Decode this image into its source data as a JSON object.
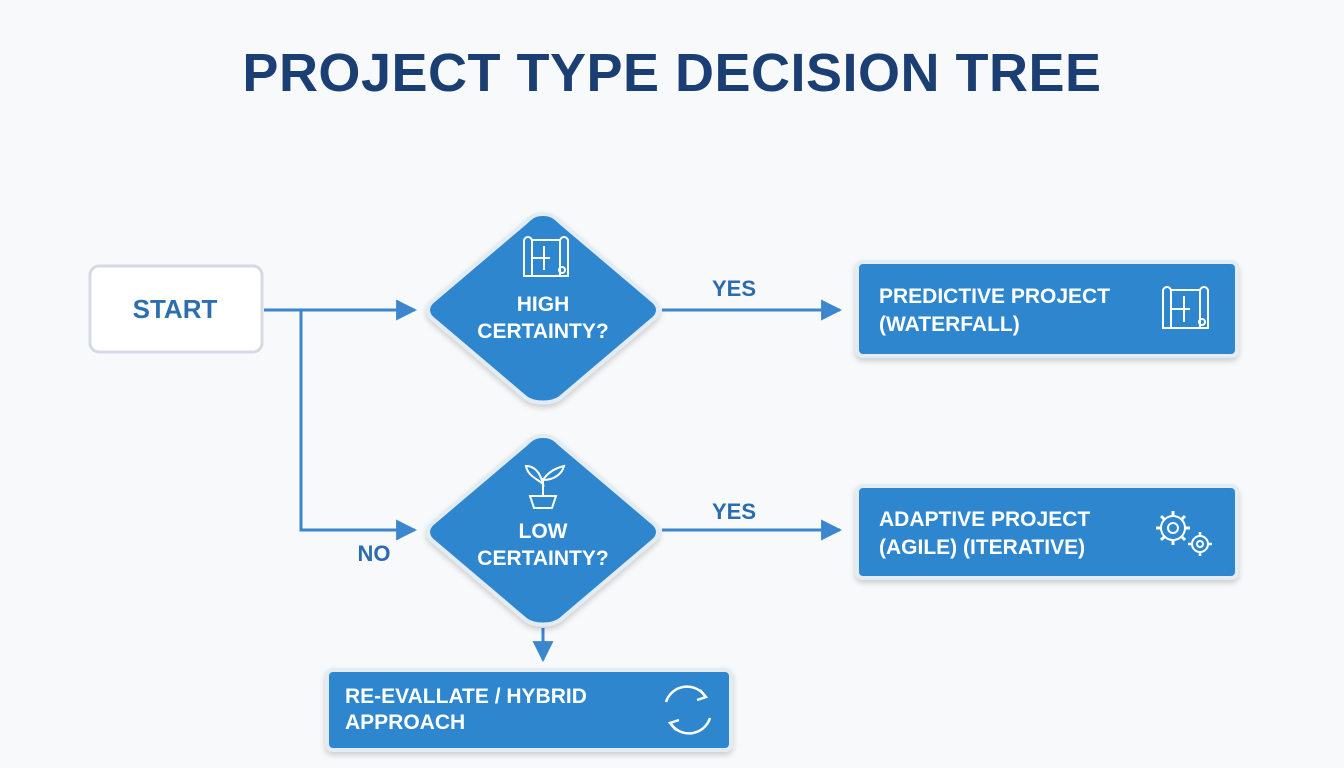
{
  "title": "PROJECT TYPE DECISION TREE",
  "colors": {
    "title": "#1b3f73",
    "node_fill": "#2f86cf",
    "node_text_white": "#ffffff",
    "start_text": "#2c6fb0",
    "connector": "#3b86cc",
    "edge_label": "#2a6cb0"
  },
  "nodes": {
    "start": {
      "label": "START"
    },
    "high_certainty": {
      "lines": [
        "HIGH",
        "CERTAINTY?"
      ],
      "icon": "blueprint-icon"
    },
    "low_certainty": {
      "lines": [
        "LOW",
        "CERTAINTY?"
      ],
      "icon": "sprout-icon"
    },
    "predictive": {
      "lines": [
        "PREDICTIVE PROJECT",
        "(WATERFALL)"
      ],
      "icon": "blueprint-icon"
    },
    "adaptive": {
      "lines": [
        "ADAPTIVE PROJECT",
        "(AGILE) (ITERATIVE)"
      ],
      "icon": "gears-icon"
    },
    "reevaluate": {
      "lines": [
        "RE-EVALLATE / HYBRID",
        "APPROACH"
      ],
      "icon": "cycle-icon"
    }
  },
  "edges": {
    "yes_high": "YES",
    "yes_low": "YES",
    "no": "NO"
  }
}
